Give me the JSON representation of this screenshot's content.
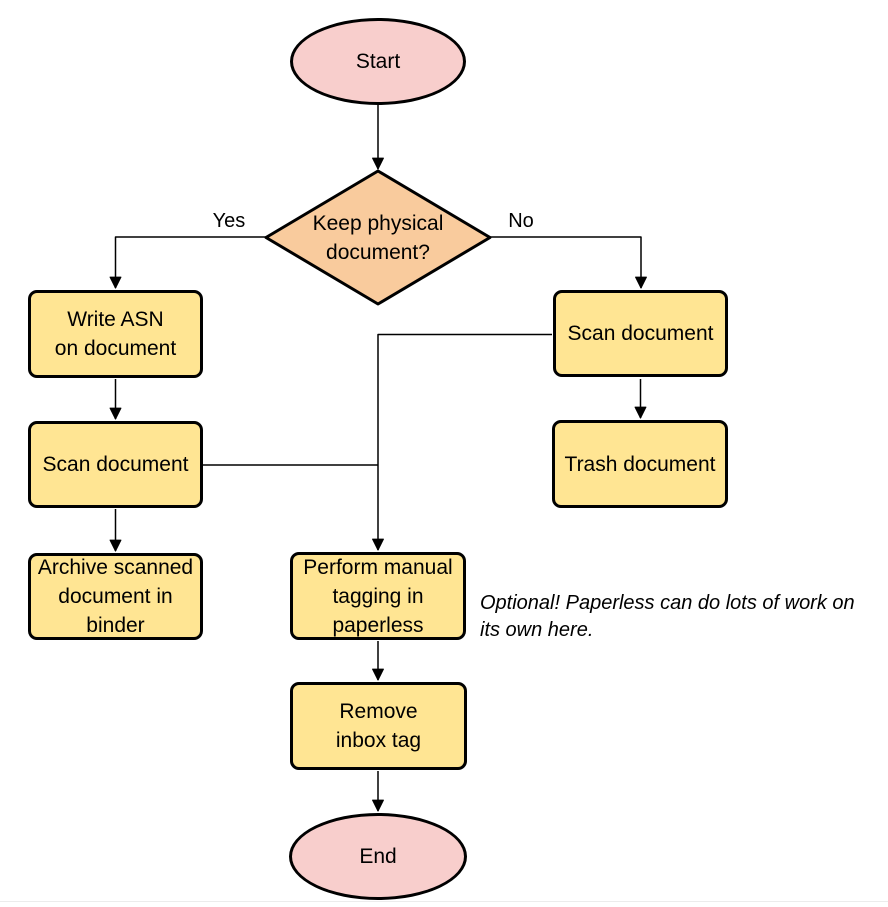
{
  "colors": {
    "terminal_fill": "#f8cecc",
    "decision_fill": "#f9cb9d",
    "process_fill": "#ffe593",
    "stroke": "#000000",
    "text": "#000000",
    "bottom_divider": "#ececec"
  },
  "nodes": {
    "start": {
      "label": "Start"
    },
    "decision": {
      "label": "Keep physical\ndocument?"
    },
    "write_asn": {
      "label": "Write ASN\non document"
    },
    "scan_left": {
      "label": "Scan document"
    },
    "archive": {
      "label": "Archive scanned\ndocument in\nbinder"
    },
    "scan_right": {
      "label": "Scan document"
    },
    "trash": {
      "label": "Trash document"
    },
    "tagging": {
      "label": "Perform manual\ntagging in\npaperless"
    },
    "remove_inbox": {
      "label": "Remove\ninbox tag"
    },
    "end": {
      "label": "End"
    }
  },
  "edge_labels": {
    "yes": "Yes",
    "no": "No"
  },
  "note": {
    "text": "Optional! Paperless can do lots of work on\nits own here."
  }
}
